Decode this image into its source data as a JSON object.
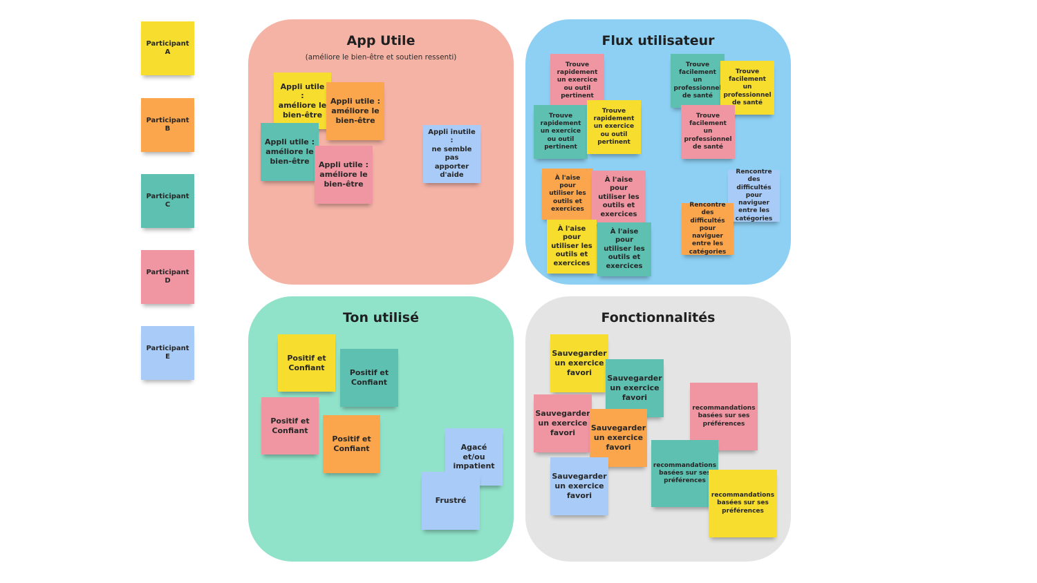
{
  "colors": {
    "yellow": "#f6dd2e",
    "orange": "#fba54c",
    "teal": "#5dc0b1",
    "pink": "#f096a2",
    "blue": "#a8cbf7",
    "zone_app": "#f5b3a6",
    "zone_flux": "#8ed0f4",
    "zone_ton": "#90e2c9",
    "zone_fonc": "#e4e4e4"
  },
  "legend": [
    {
      "label": "Participant\nA",
      "color": "yellow"
    },
    {
      "label": "Participant\nB",
      "color": "orange"
    },
    {
      "label": "Participant\nC",
      "color": "teal"
    },
    {
      "label": "Participant\nD",
      "color": "pink"
    },
    {
      "label": "Participant\nE",
      "color": "blue"
    }
  ],
  "zones": {
    "app": {
      "title": "App Utile",
      "subtitle": "(améliore le bien-être et soutien ressenti)",
      "notes": [
        {
          "text": "Appli utile :\naméliore le\nbien-être",
          "color": "yellow"
        },
        {
          "text": "Appli utile :\naméliore le\nbien-être",
          "color": "orange"
        },
        {
          "text": "Appli utile :\naméliore le\nbien-être",
          "color": "teal"
        },
        {
          "text": "Appli utile :\naméliore le\nbien-être",
          "color": "pink"
        },
        {
          "text": "Appli inutile :\nne semble\npas apporter\nd'aide",
          "color": "blue"
        }
      ]
    },
    "flux": {
      "title": "Flux utilisateur",
      "notes": [
        {
          "text": "Trouve\nrapidement\nun exercice\nou outil\npertinent",
          "color": "pink"
        },
        {
          "text": "Trouve\nrapidement\nun exercice\nou outil\npertinent",
          "color": "teal"
        },
        {
          "text": "Trouve\nrapidement\nun exercice\nou outil\npertinent",
          "color": "yellow"
        },
        {
          "text": "Trouve\nfacilement un\nprofessionnel\nde santé",
          "color": "teal"
        },
        {
          "text": "Trouve\nfacilement un\nprofessionnel\nde santé",
          "color": "yellow"
        },
        {
          "text": "Trouve\nfacilement un\nprofessionnel\nde santé",
          "color": "pink"
        },
        {
          "text": "À l'aise pour\nutiliser les\noutils et\nexercices",
          "color": "orange"
        },
        {
          "text": "À l'aise pour\nutiliser les\noutils et\nexercices",
          "color": "pink"
        },
        {
          "text": "À l'aise pour\nutiliser les\noutils et\nexercices",
          "color": "yellow"
        },
        {
          "text": "À l'aise pour\nutiliser les\noutils et\nexercices",
          "color": "teal"
        },
        {
          "text": "Rencontre\ndes difficultés\npour naviguer\nentre les\ncatégories",
          "color": "blue"
        },
        {
          "text": "Rencontre\ndes difficultés\npour naviguer\nentre les\ncatégories",
          "color": "orange"
        }
      ]
    },
    "ton": {
      "title": "Ton utilisé",
      "notes": [
        {
          "text": "Positif et\nConfiant",
          "color": "yellow"
        },
        {
          "text": "Positif et\nConfiant",
          "color": "teal"
        },
        {
          "text": "Positif et\nConfiant",
          "color": "pink"
        },
        {
          "text": "Positif et\nConfiant",
          "color": "orange"
        },
        {
          "text": "Agacé et/ou\nimpatient",
          "color": "blue"
        },
        {
          "text": "Frustré",
          "color": "blue"
        }
      ]
    },
    "fonc": {
      "title": "Fonctionnalités",
      "notes": [
        {
          "text": "Sauvegarder\nun exercice\nfavori",
          "color": "yellow"
        },
        {
          "text": "Sauvegarder\nun exercice\nfavori",
          "color": "teal"
        },
        {
          "text": "Sauvegarder\nun exercice\nfavori",
          "color": "pink"
        },
        {
          "text": "Sauvegarder\nun exercice\nfavori",
          "color": "orange"
        },
        {
          "text": "Sauvegarder\nun exercice\nfavori",
          "color": "blue"
        },
        {
          "text": "recommandations\nbasées sur ses\npréférences",
          "color": "pink"
        },
        {
          "text": "recommandations\nbasées sur ses\npréférences",
          "color": "teal"
        },
        {
          "text": "recommandations\nbasées sur ses\npréférences",
          "color": "yellow"
        }
      ]
    }
  }
}
